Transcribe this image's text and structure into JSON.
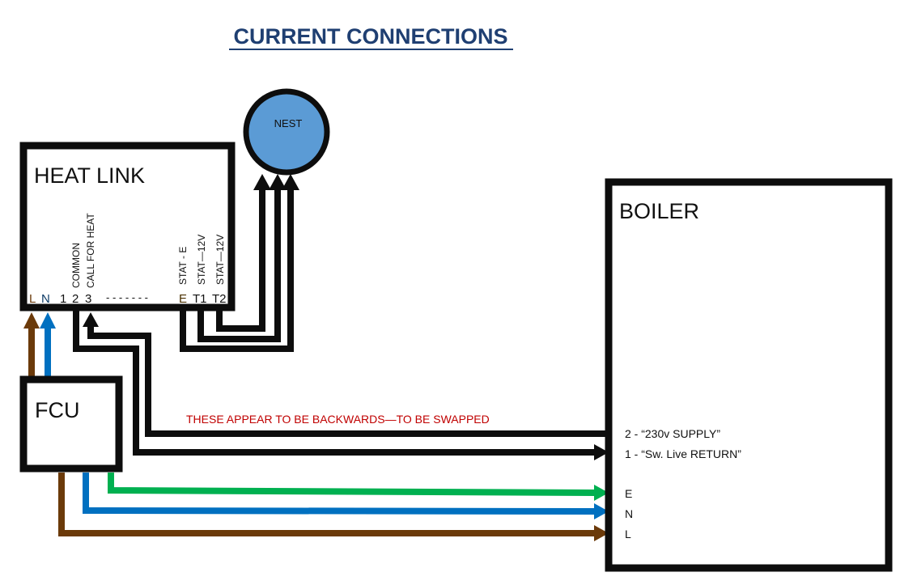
{
  "title": "CURRENT CONNECTIONS",
  "colors": {
    "title": "#1f3f72",
    "nest_fill": "#5b9bd5",
    "wire_black": "#0d0d0d",
    "wire_brown": "#6b3a0a",
    "wire_blue": "#0070c0",
    "wire_green": "#00b050",
    "warning_text": "#c00000"
  },
  "heat_link": {
    "label": "HEAT LINK",
    "terminals": [
      "L",
      "N",
      "1",
      "2",
      "3",
      "- - - - - - -",
      "E",
      "T1",
      "T2"
    ],
    "terminal_notes": {
      "t2": "COMMON",
      "t3": "CALL FOR HEAT",
      "e": "STAT - E",
      "t1": "STAT—12V",
      "t2b": "STAT—12V"
    }
  },
  "nest": {
    "label": "NEST"
  },
  "fcu": {
    "label": "FCU"
  },
  "boiler": {
    "label": "BOILER",
    "terminals": [
      "2 - “230v SUPPLY”",
      "1 - “Sw. Live RETURN”",
      "E",
      "N",
      "L"
    ]
  },
  "annotation": "THESE APPEAR TO BE BACKWARDS—TO BE SWAPPED",
  "connections": [
    {
      "from": "FCU",
      "to": "HEAT LINK L",
      "color": "brown"
    },
    {
      "from": "FCU",
      "to": "HEAT LINK N",
      "color": "blue"
    },
    {
      "from": "HEAT LINK E",
      "to": "NEST",
      "color": "black"
    },
    {
      "from": "HEAT LINK T1",
      "to": "NEST",
      "color": "black"
    },
    {
      "from": "HEAT LINK T2",
      "to": "NEST",
      "color": "black"
    },
    {
      "from": "HEAT LINK 2",
      "to": "BOILER 1",
      "color": "black"
    },
    {
      "from": "BOILER 2",
      "to": "HEAT LINK 3",
      "color": "black"
    },
    {
      "from": "FCU",
      "to": "BOILER E",
      "color": "green"
    },
    {
      "from": "FCU",
      "to": "BOILER N",
      "color": "blue"
    },
    {
      "from": "FCU",
      "to": "BOILER L",
      "color": "brown"
    }
  ]
}
